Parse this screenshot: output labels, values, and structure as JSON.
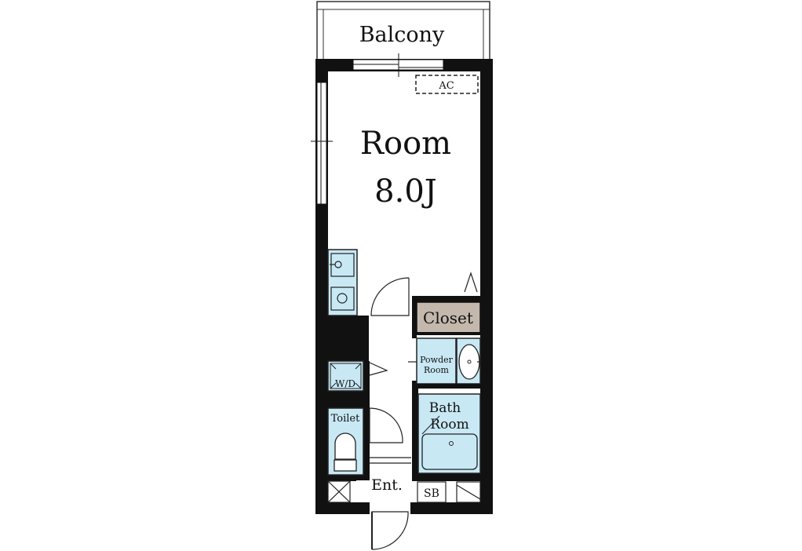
{
  "floor_plan": {
    "balcony_label": "Balcony",
    "ac_label": "AC",
    "room_name": "Room",
    "room_size": "8.0J",
    "closet_label": "Closet",
    "powder_room_line1": "Powder",
    "powder_room_line2": "Room",
    "washer_dryer_label": "W/D",
    "bath_room_line1": "Bath",
    "bath_room_line2": "Room",
    "toilet_label": "Toilet",
    "entrance_label": "Ent.",
    "shoe_box_label": "SB"
  },
  "colors": {
    "wall": "#111111",
    "wet_area": "#c8e8f4",
    "closet": "#c4b8ad",
    "line": "#222222"
  }
}
